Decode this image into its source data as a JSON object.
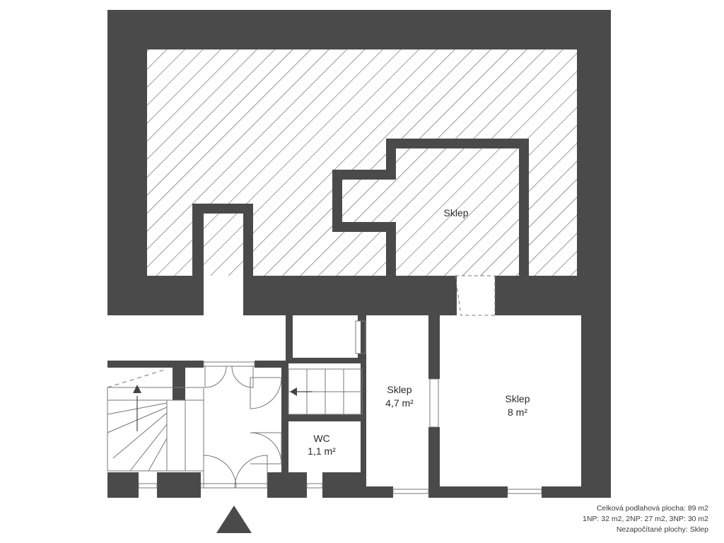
{
  "rooms": [
    {
      "name": "Sklep",
      "area": ""
    },
    {
      "name": "Sklep",
      "area": "4,7 m²"
    },
    {
      "name": "Sklep",
      "area": "8 m²"
    },
    {
      "name": "WC",
      "area": "1,1 m²"
    }
  ],
  "summary": {
    "total": "Celková podlahová plocha: 89 m2",
    "floors": "1NP: 32 m2, 2NP: 27 m2, 3NP: 30 m2",
    "excluded": "Nezapočítané plochy: Sklep"
  },
  "colors": {
    "wall": "#4a4a4a",
    "hatch": "#555555",
    "line": "#777777"
  },
  "icons": [
    "north-arrow-icon",
    "stair-arrow-icon"
  ]
}
